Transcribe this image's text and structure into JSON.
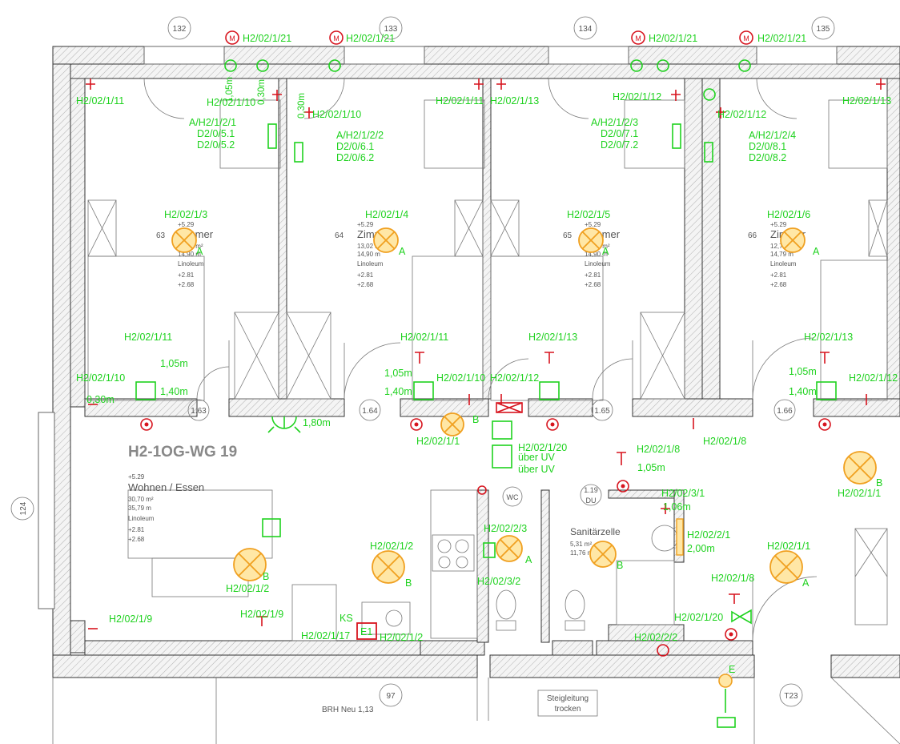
{
  "plan": {
    "apartment_label": "H2-1OG-WG 19",
    "axis_labels": [
      "132",
      "133",
      "134",
      "135",
      "124",
      "97",
      "T23"
    ],
    "door_labels": [
      "1.63",
      "1.64",
      "1.65",
      "1.66"
    ],
    "rooms": [
      {
        "no": "63",
        "elev": "+5.29",
        "name": "Zimmer",
        "area": "13,02 m²",
        "perim": "14,90 m",
        "floor": "Linoleum",
        "h1": "+2.81",
        "h2": "+2.68"
      },
      {
        "no": "64",
        "elev": "+5.29",
        "name": "Zimmer",
        "area": "13,02 m²",
        "perim": "14,90 m",
        "floor": "Linoleum",
        "h1": "+2.81",
        "h2": "+2.68"
      },
      {
        "no": "65",
        "elev": "+5.29",
        "name": "Zimmer",
        "area": "13,02 m²",
        "perim": "14,90 m",
        "floor": "Linoleum",
        "h1": "+2.81",
        "h2": "+2.68"
      },
      {
        "no": "66",
        "elev": "+5.29",
        "name": "Zimmer",
        "area": "12,78 m²",
        "perim": "14,79 m",
        "floor": "Linoleum",
        "h1": "+2.81",
        "h2": "+2.68"
      }
    ],
    "living": {
      "elev": "+5.29",
      "name": "Wohnen / Essen",
      "area": "30,70 m²",
      "perim": "35,79 m",
      "floor": "Linoleum",
      "h1": "+2.81",
      "h2": "+2.68"
    },
    "wc": {
      "no": "1.19",
      "name": "WC",
      "du": "DU"
    },
    "bath": {
      "name": "Sanitärzelle",
      "area": "5,31 m²",
      "perim": "11,76 m"
    },
    "notes": {
      "brh": "BRH Neu 1,13",
      "riser_1": "Steigleitung",
      "riser_2": "trocken",
      "uv_1": "über UV",
      "uv_2": "über UV"
    }
  },
  "electrical_labels": [
    "H2/02/1/21",
    "H2/02/1/21",
    "H2/02/1/21",
    "H2/02/1/21",
    "1,05m",
    "0,30m",
    "0,30m",
    "H2/02/1/11",
    "H2/02/1/10",
    "H2/02/1/10",
    "H2/02/1/11",
    "H2/02/1/13",
    "H2/02/1/12",
    "H2/02/1/12",
    "H2/02/1/13",
    "A/H2/1/2/1",
    "D2/0/5.1",
    "D2/0/5.2",
    "A/H2/1/2/2",
    "D2/0/6.1",
    "D2/0/6.2",
    "A/H2/1/2/3",
    "D2/0/7.1",
    "D2/0/7.2",
    "A/H2/1/2/4",
    "D2/0/8.1",
    "D2/0/8.2",
    "H2/02/1/3",
    "H2/02/1/4",
    "H2/02/1/5",
    "H2/02/1/6",
    "H2/02/1/11",
    "H2/02/1/10",
    "1,05m",
    "1,40m",
    "0,30m",
    "H2/02/1/11",
    "H2/02/1/10",
    "H2/02/1/12",
    "H2/02/1/13",
    "1,05m",
    "1,40m",
    "H2/02/1/13",
    "H2/02/1/12",
    "1,05m",
    "1,40m",
    "1,80m",
    "H2/02/1/1",
    "H2/02/1/20",
    "H2/02/1/8",
    "H2/02/1/8",
    "H2/02/1/1",
    "1,05m",
    "H2/02/3/1",
    "1,06m",
    "H2/02/2/1",
    "2,00m",
    "H2/02/2/3",
    "H2/02/3/2",
    "H2/02/1/2",
    "H2/02/1/2",
    "H2/02/1/1",
    "H2/02/1/9",
    "H2/02/1/9",
    "KS",
    "E1",
    "H2/02/1/17",
    "H2/02/1/2",
    "H2/02/1/20",
    "H2/02/2/2",
    "H2/02/1/8",
    "E"
  ],
  "lamp_letters": [
    "A",
    "A",
    "A",
    "A",
    "B",
    "B",
    "B",
    "B",
    "A",
    "A",
    "B"
  ]
}
